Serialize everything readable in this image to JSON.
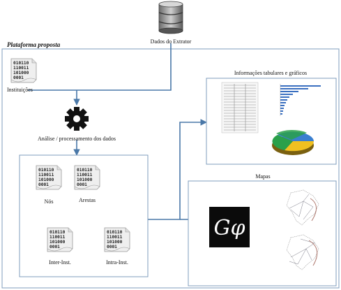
{
  "top": {
    "source_label": "Dados do Extrator"
  },
  "platform": {
    "title": "Plataforma proposta"
  },
  "nodes": {
    "institutions": "Instituições",
    "analysis": "Análise / processamento dos dados",
    "nos": "Nós",
    "arestas": "Arestas",
    "inter": "Inter-Inst.",
    "intra": "Intra-Inst."
  },
  "panels": {
    "tabular_title": "Informações tabulares e gráficos",
    "maps_title": "Mapas"
  },
  "binary_lines": [
    "010110",
    "110011",
    "101000",
    "0001"
  ],
  "colors": {
    "arrow": "#4a78a8",
    "border": "#7f9cbc",
    "pie_green": "#2aa04a",
    "pie_yellow": "#f0c020",
    "pie_blue": "#3a7fd0"
  }
}
